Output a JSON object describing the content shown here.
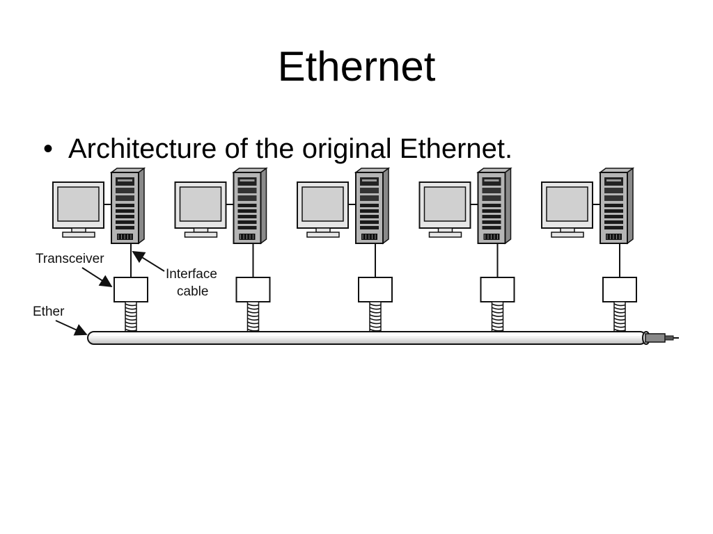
{
  "slide": {
    "title": "Ethernet",
    "bullet_marker": "•",
    "bullet_text": "Architecture of the original Ethernet."
  },
  "diagram": {
    "labels": {
      "transceiver": "Transceiver",
      "interface_line1": "Interface",
      "interface_line2": "cable",
      "ether": "Ether"
    },
    "station_count": 5
  }
}
